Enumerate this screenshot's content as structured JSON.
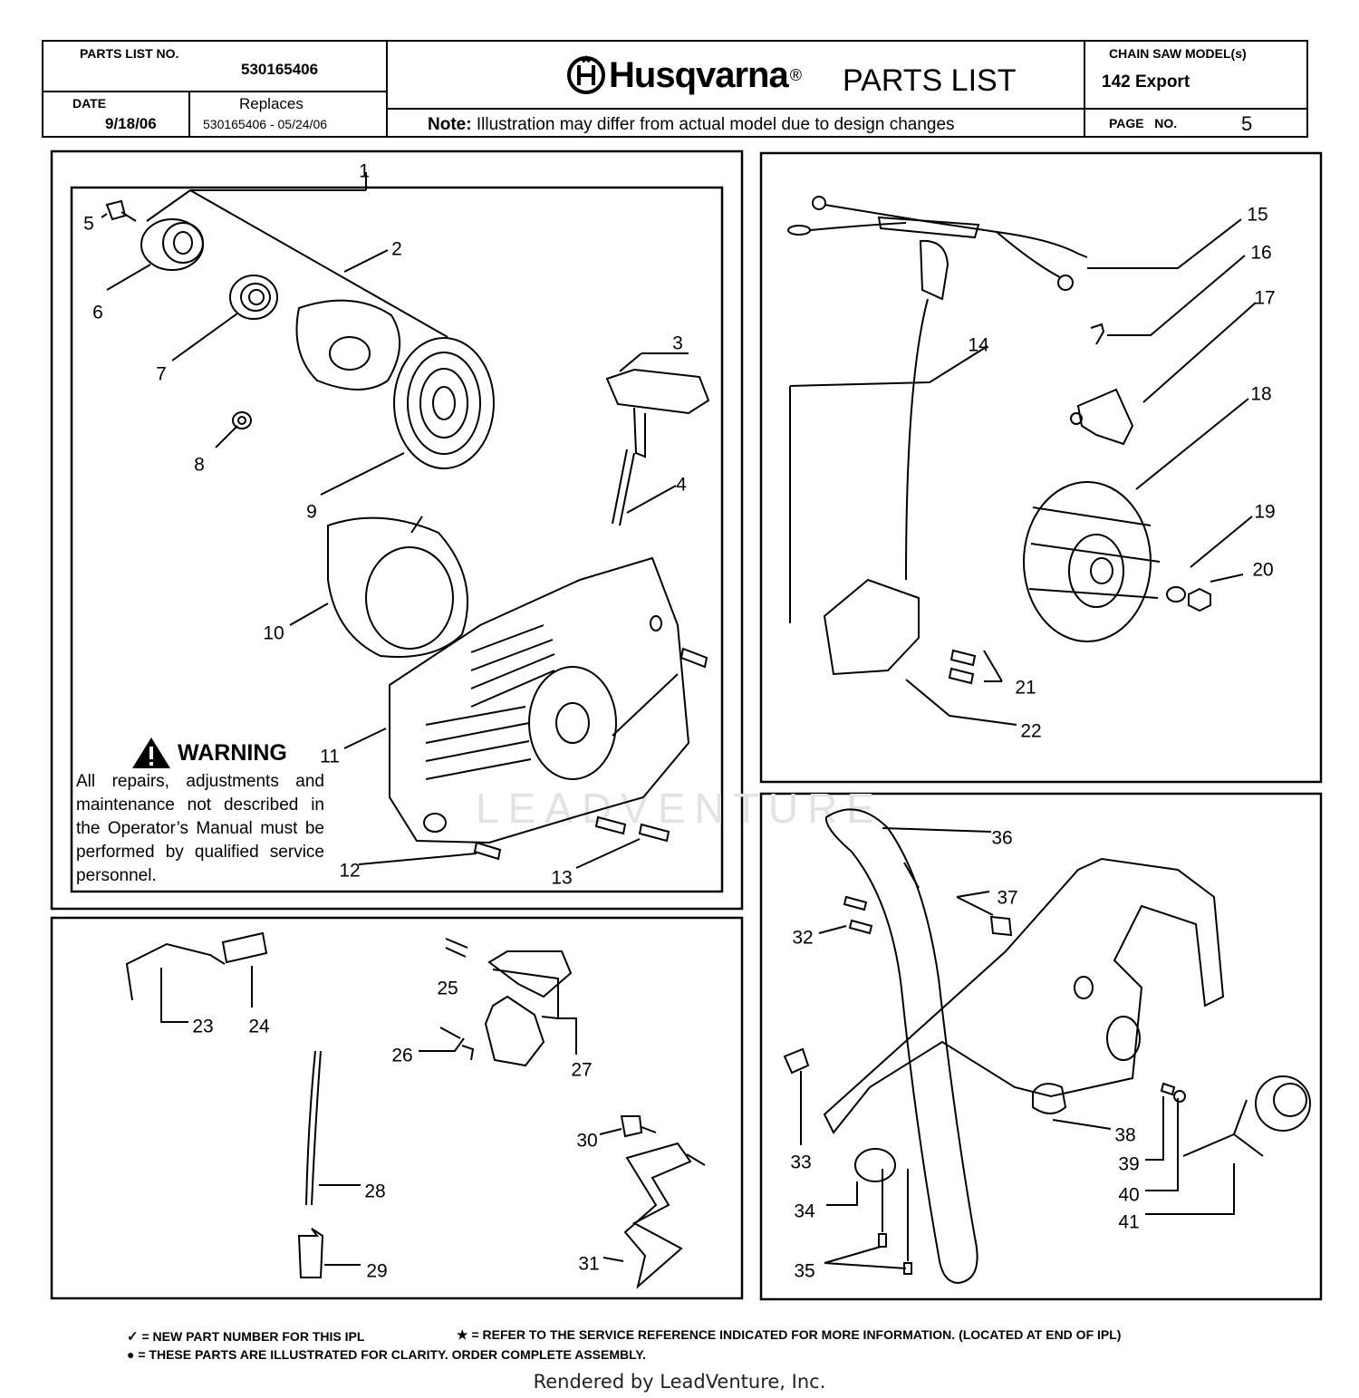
{
  "header": {
    "parts_list_no_label": "PARTS LIST NO.",
    "parts_list_no": "530165406",
    "date_label": "DATE",
    "date": "9/18/06",
    "replaces_label": "Replaces",
    "replaces": "530165406 - 05/24/06",
    "brand": "Husqvarna",
    "registered": "®",
    "title": "PARTS LIST",
    "note_label": "Note:",
    "note_text": "Illustration may differ from actual model due to design changes",
    "model_label": "CHAIN SAW MODEL(s)",
    "model": "142 Export",
    "page_label": "PAGE   NO.",
    "page_no": "5"
  },
  "warning": {
    "title": "WARNING",
    "text": "All repairs, adjustments and maintenance not described in the Operator’s Manual must be performed by qualified service personnel."
  },
  "callouts": [
    "1",
    "2",
    "3",
    "4",
    "5",
    "6",
    "7",
    "8",
    "9",
    "10",
    "11",
    "12",
    "13",
    "14",
    "15",
    "16",
    "17",
    "18",
    "19",
    "20",
    "21",
    "22",
    "23",
    "24",
    "25",
    "26",
    "27",
    "28",
    "29",
    "30",
    "31",
    "32",
    "33",
    "34",
    "35",
    "36",
    "37",
    "38",
    "39",
    "40",
    "41"
  ],
  "legend": {
    "new_part": "= NEW PART NUMBER FOR THIS  IPL",
    "refer": "= REFER TO THE SERVICE REFERENCE  INDICATED FOR MORE INFORMATION. (LOCATED AT END OF IPL)",
    "illustrated": "=  THESE PARTS ARE  ILLUSTRATED FOR CLARITY.     ORDER  COMPLETE    ASSEMBLY."
  },
  "footer": "Rendered by LeadVenture, Inc.",
  "watermark": "LEADVENTURE"
}
